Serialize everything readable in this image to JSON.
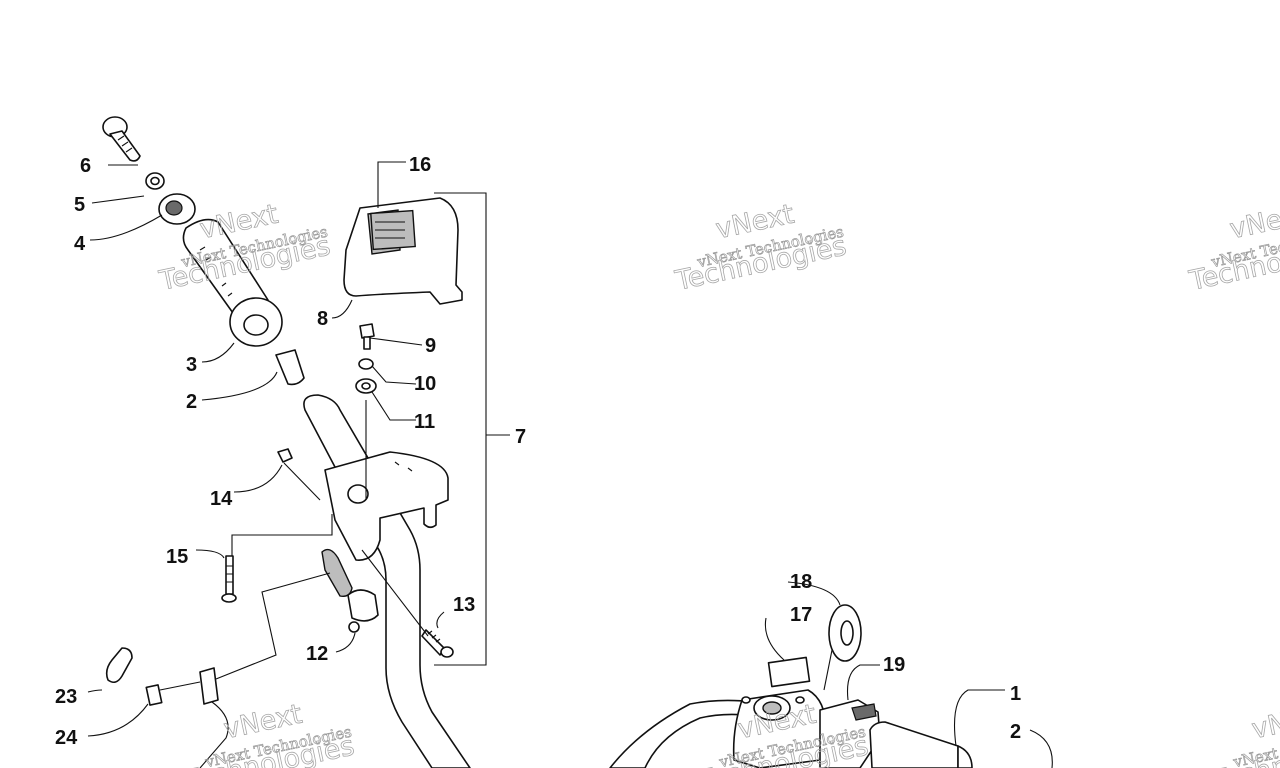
{
  "diagram": {
    "callouts": [
      {
        "id": "c6",
        "label": "6"
      },
      {
        "id": "c5",
        "label": "5"
      },
      {
        "id": "c4",
        "label": "4"
      },
      {
        "id": "c3",
        "label": "3"
      },
      {
        "id": "c2a",
        "label": "2"
      },
      {
        "id": "c16",
        "label": "16"
      },
      {
        "id": "c8",
        "label": "8"
      },
      {
        "id": "c9",
        "label": "9"
      },
      {
        "id": "c10",
        "label": "10"
      },
      {
        "id": "c11",
        "label": "11"
      },
      {
        "id": "c7",
        "label": "7"
      },
      {
        "id": "c14",
        "label": "14"
      },
      {
        "id": "c15",
        "label": "15"
      },
      {
        "id": "c13",
        "label": "13"
      },
      {
        "id": "c12",
        "label": "12"
      },
      {
        "id": "c23",
        "label": "23"
      },
      {
        "id": "c24",
        "label": "24"
      },
      {
        "id": "c18",
        "label": "18"
      },
      {
        "id": "c17",
        "label": "17"
      },
      {
        "id": "c19",
        "label": "19"
      },
      {
        "id": "c1",
        "label": "1"
      },
      {
        "id": "c2b",
        "label": "2"
      }
    ],
    "watermark": {
      "brand": "vNext",
      "line1": "vNext Technologies",
      "line2": "Technologies"
    }
  }
}
